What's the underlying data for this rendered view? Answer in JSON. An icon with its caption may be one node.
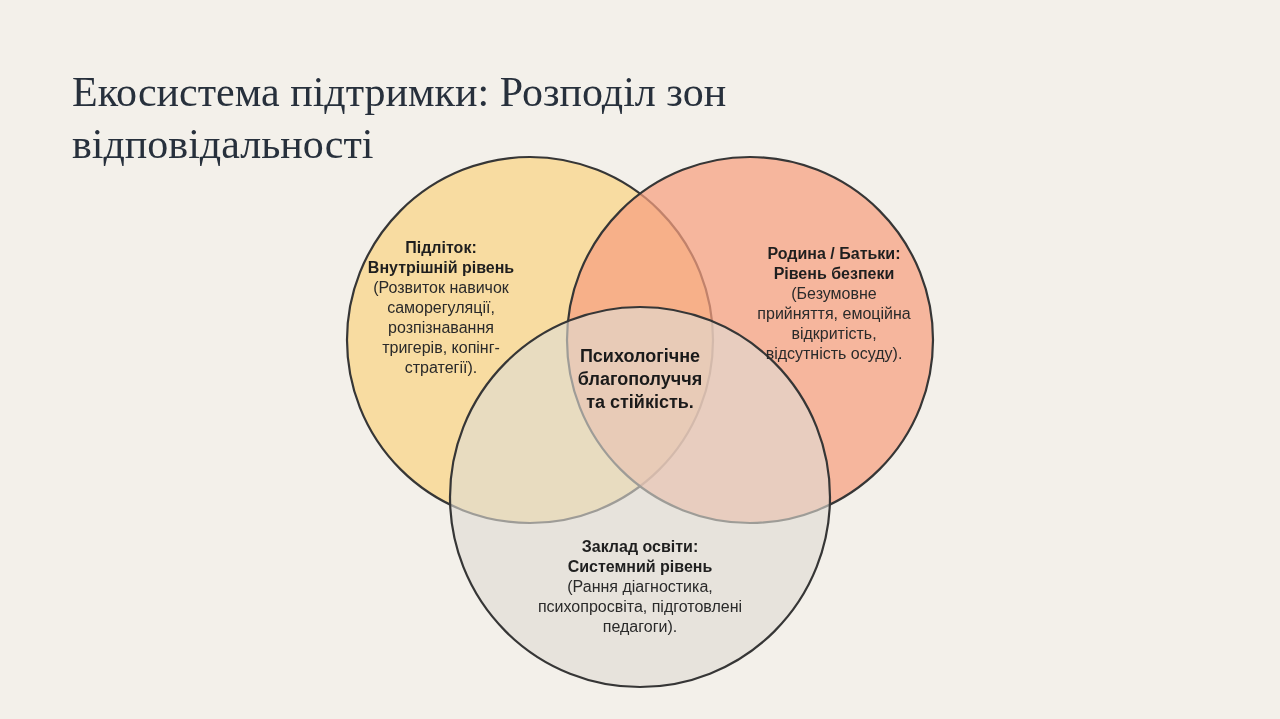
{
  "diagram": {
    "title": "Екосистема підтримки: Розподіл зон відповідальності",
    "nodes": [
      {
        "text": [
          "Підліток: Внутрішній рівень",
          "(Розвиток навичок саморегуляції, розпізнавання тригерів, копінг-стратегії)."
        ]
      },
      {
        "text": [
          "Родина / Батьки: Рівень безпеки",
          "(Безумовне прийняття, емоційна відкритість, відсутність осуду)."
        ]
      },
      {
        "text": [
          "Заклад освіти: Системний рівень",
          "(Рання діагностика, психопросвіта, підготовлені педагоги)."
        ]
      }
    ],
    "labels": [
      "Психологічне благополуччя та стійкість."
    ]
  }
}
